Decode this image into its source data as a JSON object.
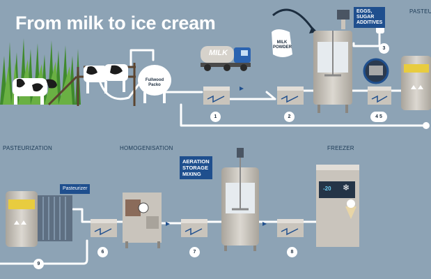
{
  "title": "From milk to ice cream",
  "sections": {
    "top_right_cut": "PASTEU",
    "pasteurization": "PASTEURIZATION",
    "homogenisation": "HOMOGENISATION",
    "freezer": "FREEZER"
  },
  "labels": {
    "tank_line1": "Fullwood",
    "tank_line2": "Packo",
    "truck": "MILK",
    "sack_line1": "MILK",
    "sack_line2": "POWDER",
    "freezer_display": "-20"
  },
  "callouts": {
    "eggs_line1": "EGGS,",
    "eggs_line2": "SUGAR",
    "eggs_line3": "ADDITIVES",
    "pasteurizer": "Pasteurizer",
    "aeration_line1": "AERATION",
    "aeration_line2": "STORAGE",
    "aeration_line3": "MIXING"
  },
  "steps": [
    "1",
    "2",
    "3",
    "4 5",
    "6",
    "7",
    "8",
    "9"
  ],
  "colors": {
    "background": "#8da3b5",
    "pipe": "#ffffff",
    "callout": "#1f4f8e",
    "steel": "#c9c4bc",
    "accent": "#e8cc3f"
  }
}
